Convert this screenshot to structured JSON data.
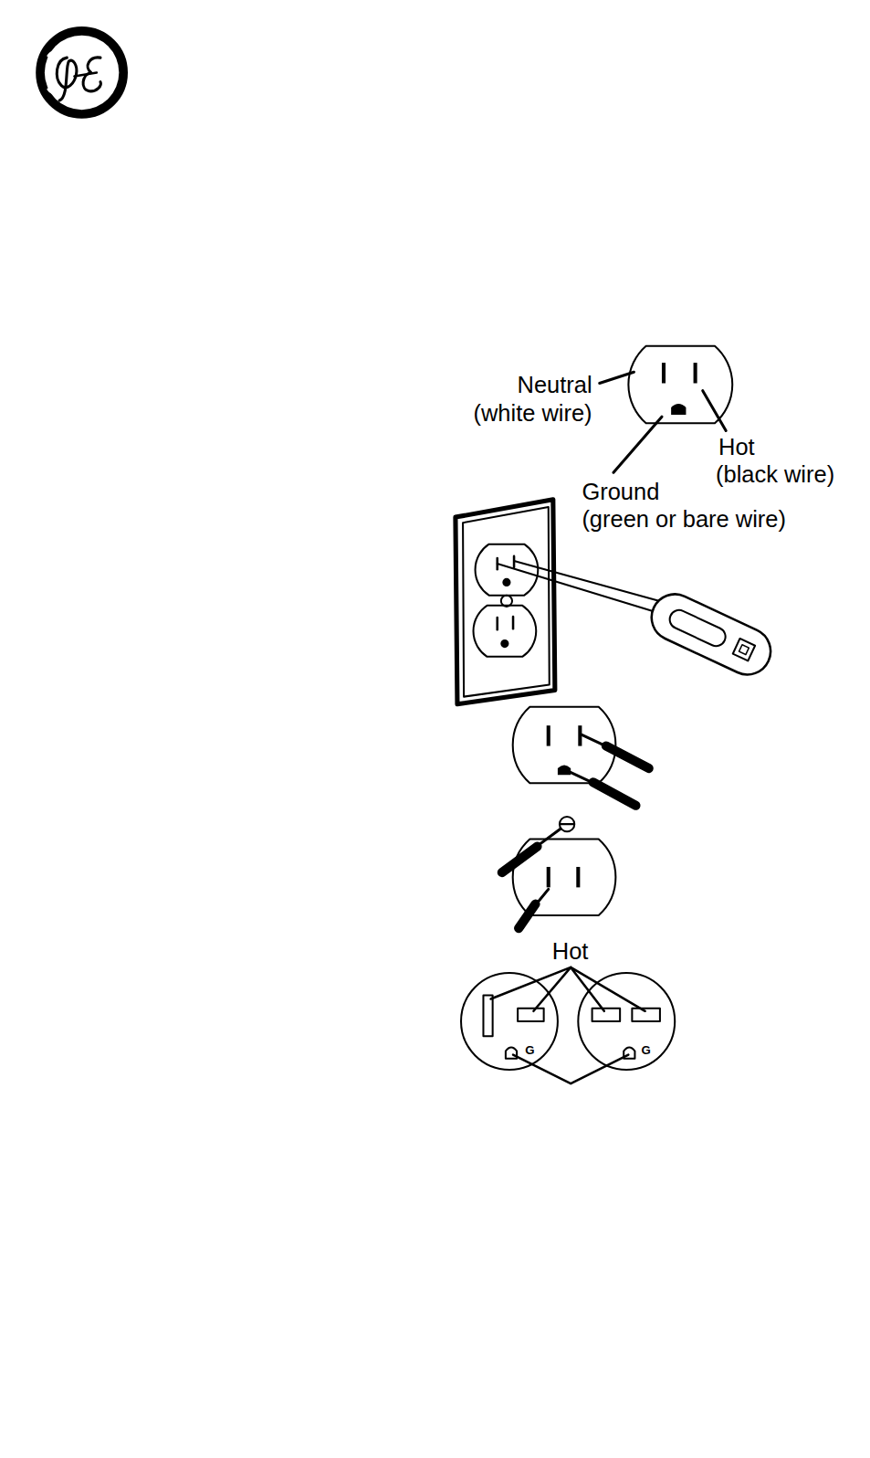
{
  "diagram": {
    "labels": [
      "Neutral",
      "(white wire)",
      "Hot",
      "(black wire)",
      "Ground",
      "(green or bare wire)",
      "Hot",
      "G",
      "G"
    ]
  }
}
